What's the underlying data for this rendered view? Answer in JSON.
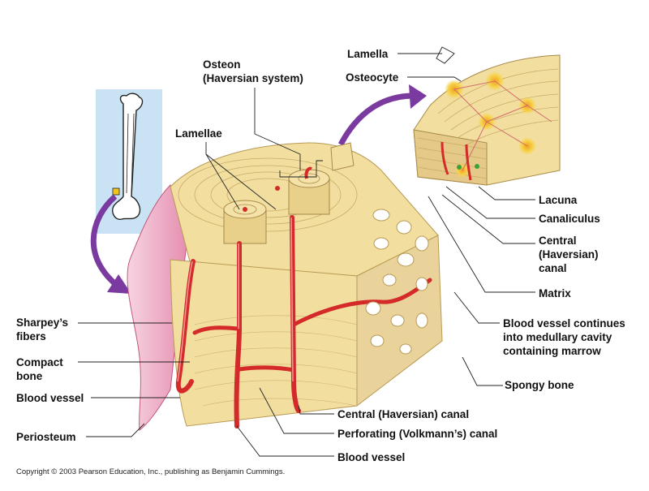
{
  "labels": {
    "lamella": "Lamella",
    "osteocyte": "Osteocyte",
    "osteon": "Osteon\n(Haversian system)",
    "lamellae": "Lamellae",
    "lacuna": "Lacuna",
    "canaliculus": "Canaliculus",
    "central_canal_right": "Central\n(Haversian)\ncanal",
    "matrix": "Matrix",
    "blood_vessel_continues": "Blood vessel continues\ninto medullary cavity\ncontaining marrow",
    "spongy_bone": "Spongy bone",
    "sharpeys_fibers": "Sharpey’s\nfibers",
    "compact_bone": "Compact\nbone",
    "blood_vessel_left": "Blood vessel",
    "periosteum": "Periosteum",
    "central_canal_bottom": "Central (Haversian) canal",
    "perforating_canal": "Perforating (Volkmann’s) canal",
    "blood_vessel_bottom": "Blood vessel"
  },
  "copyright": "Copyright © 2003 Pearson Education, Inc., publishing as Benjamin Cummings.",
  "colors": {
    "bone": "#f2dfa0",
    "bone_dark": "#d9bf7a",
    "ring_line": "#b89a55",
    "vessel": "#d42a2a",
    "periosteum": "#e8a6bf",
    "callout_bg": "#c9e3f5",
    "arrow": "#7a3aa0",
    "osteocyte_glow": "#f2c21e"
  }
}
